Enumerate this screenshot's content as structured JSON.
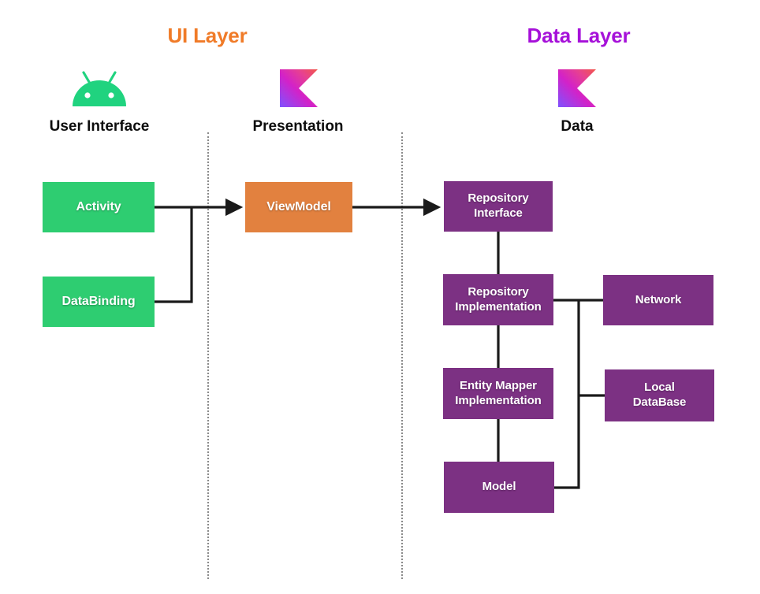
{
  "diagram": {
    "title_ui": "UI Layer",
    "title_data": "Data Layer",
    "columns": [
      {
        "label": "User Interface",
        "icon": "android-icon"
      },
      {
        "label": "Presentation",
        "icon": "kotlin-icon"
      },
      {
        "label": "Data",
        "icon": "kotlin-icon"
      }
    ],
    "nodes": {
      "activity": "Activity",
      "databinding": "DataBinding",
      "viewmodel": "ViewModel",
      "repository_interface": "Repository\nInterface",
      "repository_interface_line1": "Repository",
      "repository_interface_line2": "Interface",
      "repository_implementation_line1": "Repository",
      "repository_implementation_line2": "Implementation",
      "entity_mapper_line1": "Entity Mapper",
      "entity_mapper_line2": "Implementation",
      "model": "Model",
      "network": "Network",
      "local_database_line1": "Local",
      "local_database_line2": "DataBase"
    },
    "colors": {
      "ui_layer_title": "#F07B28",
      "data_layer_title": "#A611D9",
      "green_box": "#2ECD71",
      "orange_box": "#E2813F",
      "purple_box": "#7C3183",
      "connector": "#1a1a1a",
      "divider": "#8a8a8a",
      "android_green": "#20D37F",
      "background": "#FFFFFF"
    },
    "edges": [
      {
        "from": "activity",
        "to": "viewmodel",
        "arrow": true
      },
      {
        "from": "databinding",
        "to": "viewmodel",
        "arrow": true
      },
      {
        "from": "viewmodel",
        "to": "repository_interface",
        "arrow": true
      },
      {
        "from": "repository_interface",
        "to": "repository_implementation",
        "arrow": false
      },
      {
        "from": "repository_implementation",
        "to": "entity_mapper",
        "arrow": false
      },
      {
        "from": "entity_mapper",
        "to": "model",
        "arrow": false
      },
      {
        "from": "repository_implementation",
        "to": "network",
        "arrow": false
      },
      {
        "from": "model",
        "to": "local_database",
        "arrow": false
      }
    ]
  }
}
